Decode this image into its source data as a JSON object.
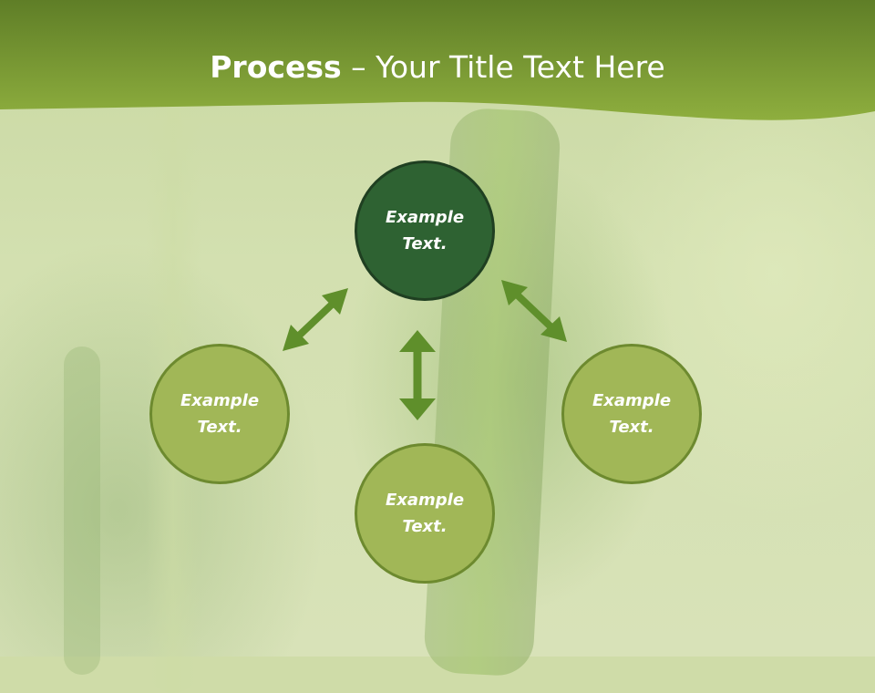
{
  "title": {
    "bold": "Process",
    "rest": " – Your Title Text Here"
  },
  "nodes": [
    {
      "label": "Example Text.",
      "style": "dark"
    },
    {
      "label": "Example Text.",
      "style": "light"
    },
    {
      "label": "Example Text.",
      "style": "light"
    },
    {
      "label": "Example Text.",
      "style": "light"
    }
  ],
  "colors": {
    "header_green": "#7a9a32",
    "light_node": "#a1b757",
    "dark_node": "#2e6232",
    "arrow": "#5f8f2b"
  }
}
